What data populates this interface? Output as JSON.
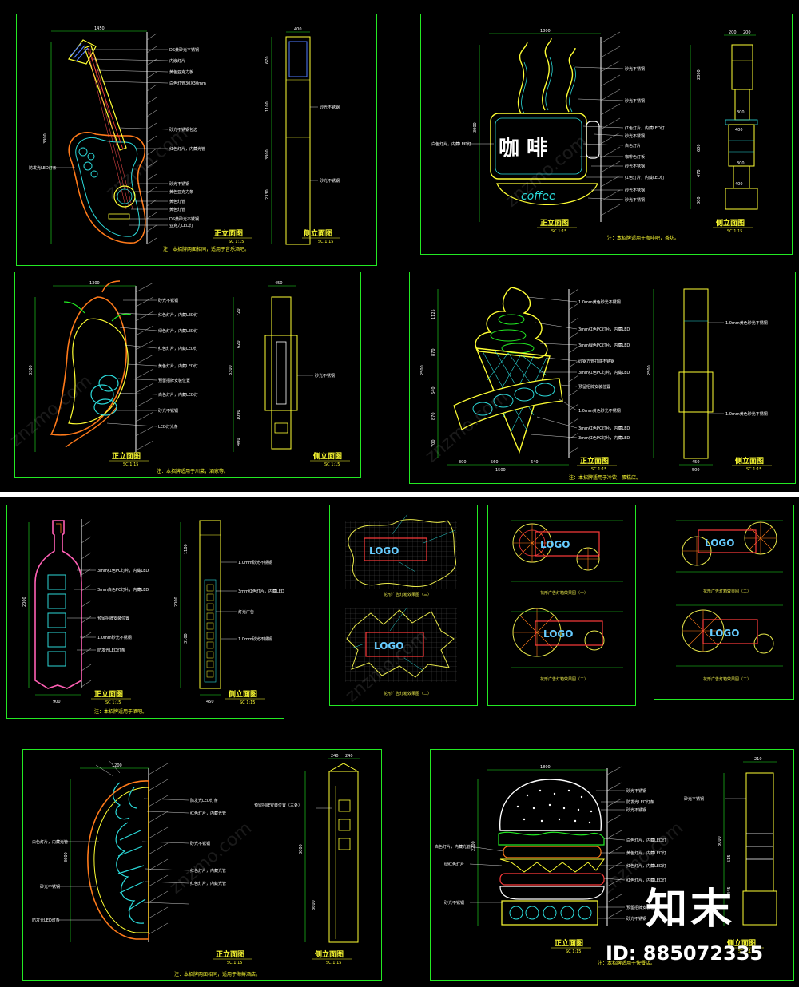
{
  "panel1": {
    "title": "正立面图",
    "side_title": "侧立面图",
    "scale": "SC 1:15",
    "note": "注：本招牌两面相同，适用于音乐酒吧。",
    "labels": [
      "DS黄砂光不锈钢",
      "内嵌灯片",
      "黄色亚克力板",
      "白色灯管30X30mm",
      "砂光不锈钢包边",
      "红色灯片，内藏光管",
      "砂光不锈钢",
      "黄色亚克力条",
      "黄色灯管",
      "黄色灯管",
      "DS黄砂光不锈钢",
      "亚克力LED灯"
    ],
    "left_label": "防发光LED灯条",
    "dims": [
      "1450",
      "3300",
      "400",
      "670",
      "1100",
      "3300",
      "2330"
    ],
    "side_labels": [
      "砂光不锈钢",
      "砂光不锈钢"
    ]
  },
  "panel2": {
    "title": "正立面图",
    "side_title": "侧立面图",
    "scale": "SC 1:15",
    "note": "注：本招牌适用于咖啡吧，茶坊。",
    "cup_text": "咖 啡",
    "saucer_text": "coffee",
    "labels": [
      "砂光不锈钢",
      "砂光不锈钢",
      "红色灯片，内藏LED灯",
      "砂光不锈钢",
      "白色灯片",
      "咖啡色灯板",
      "砂光不锈钢",
      "红色灯片，内藏LED灯",
      "砂光不锈钢",
      "砂光不锈钢"
    ],
    "left_label": "白色灯片，内藏LED灯",
    "dims": [
      "1800",
      "3000",
      "200",
      "200",
      "2800",
      "300",
      "400",
      "600",
      "470",
      "300",
      "400",
      "300"
    ]
  },
  "panel3": {
    "title": "正立面图",
    "side_title": "侧立面图",
    "scale": "SC 1:15",
    "note": "注：本招牌适用于川菜，酒家等。",
    "labels": [
      "砂光不锈钢",
      "红色灯片，内藏LED灯",
      "绿色灯片，内藏LED灯",
      "红色灯片，内藏LED灯",
      "黄色灯片，内藏LED灯",
      "预留招牌安装位置",
      "白色灯片，内藏LED灯",
      "砂光不锈钢",
      "LED灯光条"
    ],
    "dims": [
      "1300",
      "3300",
      "450",
      "720",
      "620",
      "3300",
      "1090",
      "400"
    ],
    "side_labels": [
      "砂光不锈钢"
    ]
  },
  "panel4": {
    "title": "正立面图",
    "side_title": "侧立面图",
    "scale": "SC 1:15",
    "note": "注：本招牌适用于冷饮，蛋糕店。",
    "labels": [
      "1.0mm黄色砂光不锈钢",
      "3mm红色PC灯片，内藏LED",
      "3mm绿色PC灯片，内藏LED",
      "砂钢方管打底不锈钢",
      "3mm红色PC灯片，内藏LED",
      "预留招牌安装位置",
      "1.0mm黄色砂光不锈钢",
      "3mm红色PC灯片，内藏LED",
      "3mm红色PC灯片，内藏LED"
    ],
    "dims": [
      "1125",
      "870",
      "640",
      "870",
      "700",
      "2500",
      "300",
      "560",
      "640",
      "1500",
      "450",
      "500"
    ],
    "side_labels": [
      "1.0mm黄色砂光不锈钢",
      "1.0mm黄色砂光不锈钢"
    ]
  },
  "panel5": {
    "title": "正立面图",
    "side_title": "侧立面图",
    "scale": "SC 1:15",
    "note": "注：本招牌适用于酒吧。",
    "labels": [
      "3mm红色PC灯片，内藏LED",
      "3mm白色PC灯片，内藏LED",
      "预留招牌安装位置",
      "1.0mm砂光不锈钢",
      "防发光LED灯条"
    ],
    "side_labels": [
      "1.0mm砂光不锈钢",
      "3mm红色灯片，内藏LED",
      "灯光广告",
      "1.0mm砂光不锈钢"
    ],
    "dims": [
      "900",
      "2000",
      "450",
      "1100",
      "2000",
      "3100"
    ]
  },
  "panel6": {
    "logo": "LOGO",
    "title_a": "花形广告灯箱效果图（二）",
    "title_b": "花形广告灯箱效果图（三）"
  },
  "panel7": {
    "logo": "LOGO",
    "title_a": "花形广告灯箱效果图（一）",
    "title_b": "花形广告灯箱效果图（二）"
  },
  "panel8": {
    "logo": "LOGO",
    "title_a": "花形广告灯箱效果图（二）",
    "title_b": "花形广告灯箱效果图（二）"
  },
  "panel9": {
    "title": "正立面图",
    "side_title": "侧立面图",
    "scale": "SC 1:15",
    "note": "注：本招牌两面相同，适用于海鲜酒店。",
    "labels": [
      "预留招牌安装位置（三处）",
      "防发光LED灯条",
      "红色灯片，内藏光管",
      "砂光不锈钢",
      "红色灯片，内藏光管",
      "红色灯片，内藏光管"
    ],
    "left_labels": [
      "白色灯片，内藏光管",
      "砂光不锈钢",
      "防发光LED灯条"
    ],
    "dims": [
      "1200",
      "3600",
      "240",
      "240",
      "3000",
      "3600"
    ]
  },
  "panel10": {
    "title": "正立面图",
    "side_title": "侧立面图",
    "scale": "SC 1:15",
    "note": "注：本招牌适用于快餐店。",
    "labels": [
      "砂光不锈钢",
      "防发光LED灯条",
      "砂光不锈钢",
      "白色灯片，内藏LED灯",
      "黄色灯片，内藏LED灯",
      "红色灯片，内藏LED灯",
      "红色灯片，内藏LED灯",
      "预留招牌安装位置",
      "砂光不锈钢"
    ],
    "left_labels": [
      "白色灯片，内藏光管",
      "绿红色灯片",
      "砂光不锈钢"
    ],
    "dims": [
      "1800",
      "2200",
      "210",
      "3000",
      "515",
      "445"
    ],
    "side_labels": [
      "砂光不锈钢"
    ]
  },
  "watermark": "znzmo.com",
  "brand": {
    "logo_text": "知末",
    "id_text": "ID: 885072335"
  }
}
